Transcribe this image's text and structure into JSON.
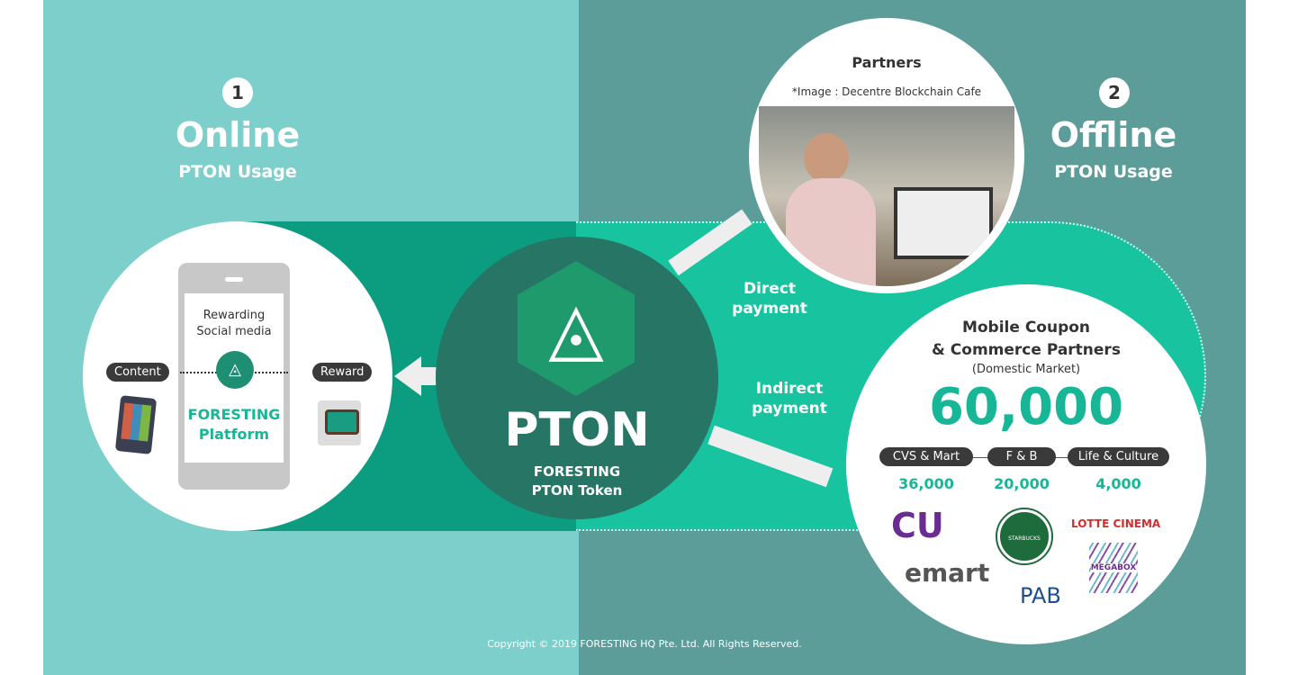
{
  "online": {
    "number": "1",
    "title": "Online",
    "subtitle": "PTON Usage"
  },
  "offline": {
    "number": "2",
    "title": "Offline",
    "subtitle": "PTON Usage"
  },
  "platform": {
    "line1": "Rewarding",
    "line2": "Social media",
    "content": "Content",
    "reward": "Reward",
    "brand1": "FORESTING",
    "brand2": "Platform"
  },
  "token": {
    "name": "PTON",
    "line1": "FORESTING",
    "line2": "PTON Token"
  },
  "payments": {
    "direct1": "Direct",
    "direct2": "payment",
    "indirect1": "Indirect",
    "indirect2": "payment"
  },
  "partners": {
    "title": "Partners",
    "caption": "*Image : Decentre Blockchain Cafe"
  },
  "coupon": {
    "title1": "Mobile Coupon",
    "title2": "& Commerce Partners",
    "market": "(Domestic Market)",
    "total": "60,000",
    "categories": [
      {
        "label": "CVS & Mart",
        "value": "36,000"
      },
      {
        "label": "F & B",
        "value": "20,000"
      },
      {
        "label": "Life & Culture",
        "value": "4,000"
      }
    ],
    "logos": [
      "CU",
      "emart",
      "STARBUCKS COFFEE",
      "PAB",
      "LOTTE CINEMA",
      "MEGABOX"
    ]
  },
  "colors": {
    "accent": "#17b696",
    "left_bg": "#7dcfcc",
    "right_bg": "#5c9d9a",
    "token_circle": "#267565"
  },
  "copyright": "Copyright © 2019 FORESTING HQ Pte. Ltd. All Rights Reserved."
}
